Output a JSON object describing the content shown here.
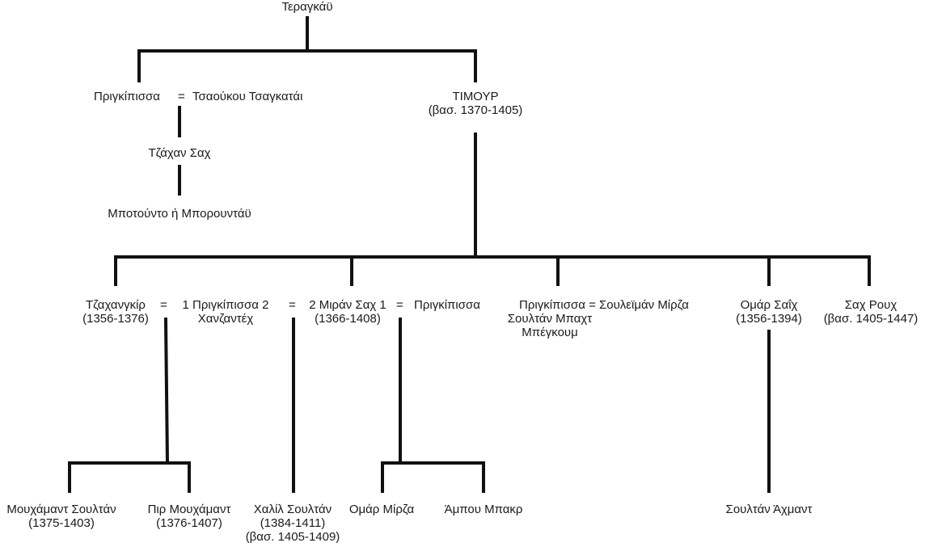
{
  "people": {
    "teragkai": "Τεραγκάϋ",
    "princess_top": "Πριγκίπισσα",
    "eq_top": "=",
    "tsaouk": "Τσαούκου Τσαγκατάι",
    "timur": "ΤΙΜΟΥΡ",
    "timur_reign": "(βασ. 1370-1405)",
    "tzachan": "Τζάχαν Σαχ",
    "botounto": "Μποτούντο ή Μπορουντάϋ",
    "jahangir": "Τζαχανγκίρ",
    "jahangir_years": "(1356-1376)",
    "eq_jahangir": "=",
    "princess_mid": "1 Πριγκίπισσα 2",
    "princess_mid_title": "Χανζαντέχ",
    "eq_miran": "=",
    "miran": "2 Μιράν Σαχ 1",
    "miran_years": "(1366-1408)",
    "eq_miran2": "=",
    "princess_miran": "Πριγκίπισσα",
    "princess_soul_line": "Πριγκίπισσα = Σουλεϊμάν Μίρζα",
    "princess_soul_1": "Σουλτάν Μπαχτ",
    "princess_soul_2": "Μπέγκουμ",
    "omar_saikh": "Ομάρ Σαΐχ",
    "omar_saikh_years": "(1356-1394)",
    "shah_rukh": "Σαχ Ρουχ",
    "shah_rukh_reign": "(βασ. 1405-1447)",
    "muhammad_sultan": "Μουχάμαντ Σουλτάν",
    "muhammad_sultan_years": "(1375-1403)",
    "pir_muhammad": "Πιρ Μουχάμαντ",
    "pir_muhammad_years": "(1376-1407)",
    "khalil_sultan": "Χαλίλ Σουλτάν",
    "khalil_sultan_years": "(1384-1411)",
    "khalil_sultan_reign": "(βασ. 1405-1409)",
    "omar_mirza": "Ομάρ Μίρζα",
    "abu_bakr": "Άμπου Μπακρ",
    "sultan_ahmad": "Σουλτάν Άχμαντ"
  }
}
